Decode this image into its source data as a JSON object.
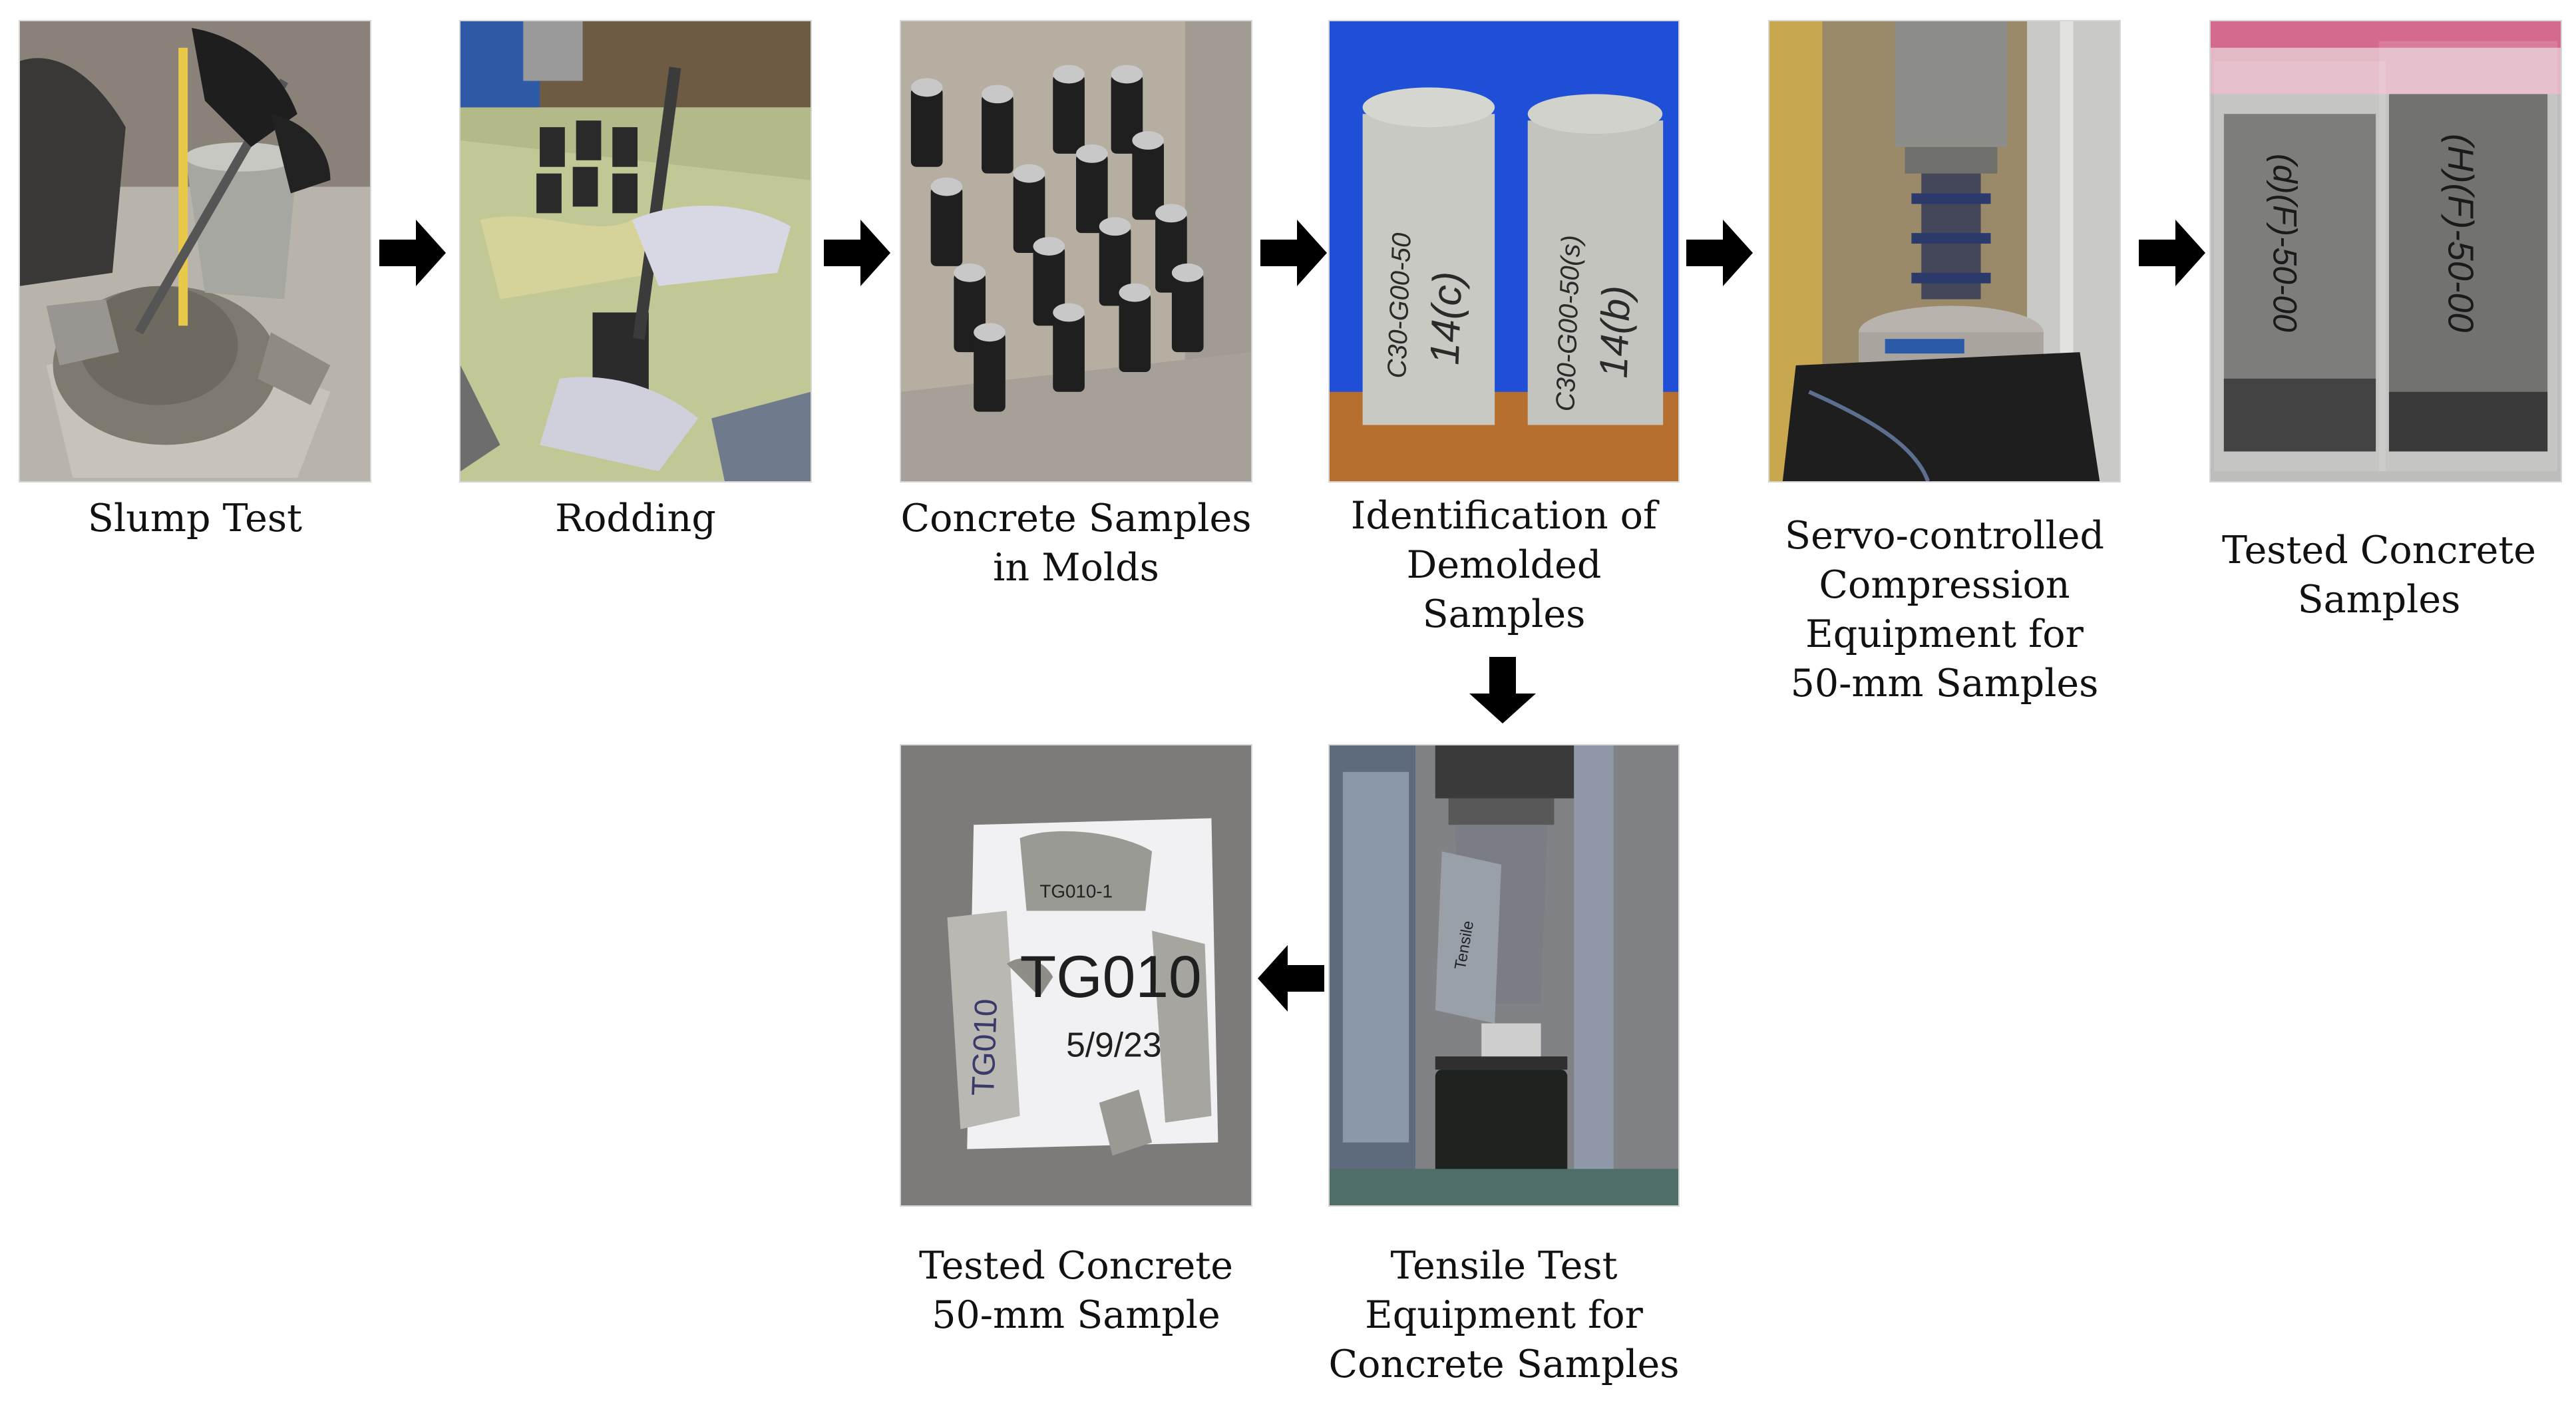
{
  "steps": {
    "slump": {
      "caption": "Slump Test"
    },
    "rodding": {
      "caption": "Rodding"
    },
    "molds": {
      "caption": "Concrete Samples\nin Molds"
    },
    "ident": {
      "caption": "Identification of\nDemolded\nSamples",
      "label_left_line1": "C30-G00-50",
      "label_left_line2": "14(c)",
      "label_right_line1": "C30-G00-50(s)",
      "label_right_line2": "14(b)"
    },
    "compression": {
      "caption": "Servo-controlled\nCompression\nEquipment for\n50-mm Samples"
    },
    "tested_samples": {
      "caption": "Tested Concrete\nSamples",
      "label_left": "(d)(F)-50-00",
      "label_right": "(H)(F)-50-00"
    },
    "tensile": {
      "caption": "Tensile Test\nEquipment for\nConcrete Samples",
      "label": "Tensile"
    },
    "tested_50mm": {
      "caption": "Tested Concrete\n50-mm Sample",
      "label_main": "TG010",
      "label_date": "5/9/23",
      "label_top": "TG010-1",
      "label_side": "TG010"
    }
  },
  "colors": {
    "arrow": "#000000",
    "caption_text": "#111111"
  }
}
